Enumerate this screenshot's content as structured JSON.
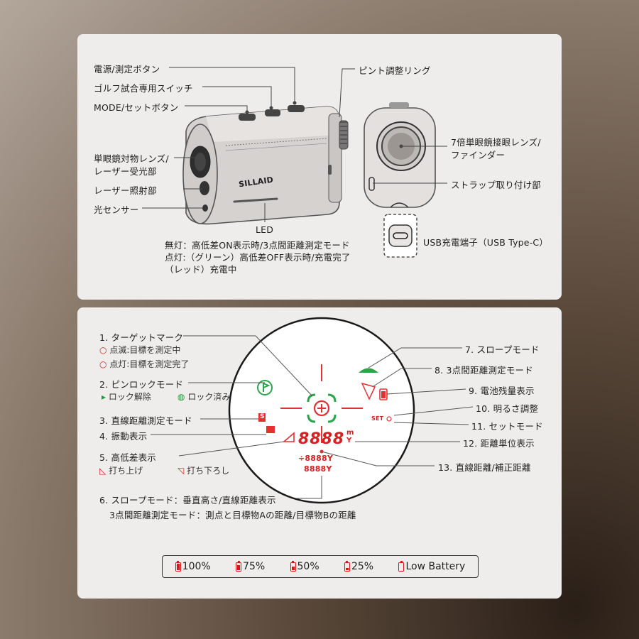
{
  "top": {
    "brand": "SILLAID",
    "labels": {
      "power": "電源/測定ボタン",
      "golf": "ゴルフ試合専用スイッチ",
      "mode": "MODE/セットボタン",
      "objective": "単眼鏡対物レンズ/",
      "objective2": "レーザー受光部",
      "laser": "レーザー照射部",
      "sensor": "光センサー",
      "focus": "ピント調整リング",
      "eyepiece": "7倍単眼鏡接眼レンズ/",
      "eyepiece2": "ファインダー",
      "strap": "ストラップ取り付け部",
      "usb": "USB充電端子（USB Type-C）",
      "led": "LED",
      "led1": "無灯：高低差ON表示時/3点間距離測定モード",
      "led2": "点灯:（グリーン）高低差OFF表示時/充電完了",
      "led3": "（レッド）充電中"
    }
  },
  "bottom": {
    "labels": {
      "l1": "1. ターゲットマーク",
      "l1a": "点滅:目標を測定中",
      "l1b": "点灯:目標を測定完了",
      "l2": "2. ピンロックモード",
      "l2a": "ロック解除",
      "l2b": "ロック済み",
      "l3": "3. 直線距離測定モード",
      "l4": "4. 振動表示",
      "l5": "5. 高低差表示",
      "l5a": "打ち上げ",
      "l5b": "打ち下ろし",
      "l6": "6. スロープモード：垂直高さ/直線距離表示",
      "l6b": "3点間距離測定モード：測点と目標物Aの距離/目標物Bの距離",
      "l7": "7. スロープモード",
      "l8": "8. 3点間距離測定モード",
      "l9": "9. 電池残量表示",
      "l10": "10. 明るさ調整",
      "l11": "11. セットモード",
      "l12": "12. 距離単位表示",
      "l13": "13. 直線距離/補正距離"
    },
    "display": {
      "main": "8888",
      "unit_m": "m",
      "unit_y": "Y",
      "line2": "÷8888Y",
      "line3": "8888Y",
      "set": "SET",
      "s_icon": "S"
    },
    "battery": [
      {
        "label": "100%",
        "level": 1.0
      },
      {
        "label": "75%",
        "level": 0.75
      },
      {
        "label": "50%",
        "level": 0.5
      },
      {
        "label": "25%",
        "level": 0.25
      },
      {
        "label": "Low Battery",
        "level": 0.0
      }
    ]
  },
  "colors": {
    "accent_red": "#d82020",
    "accent_green": "#1f9a3a",
    "panel": "#efedeb"
  }
}
